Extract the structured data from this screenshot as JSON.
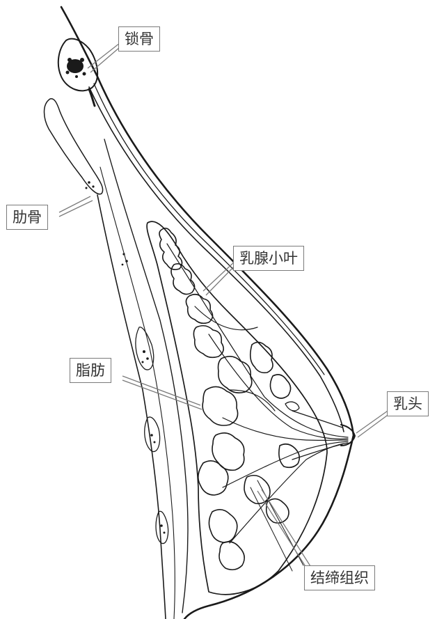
{
  "labels": {
    "clavicle": "锁骨",
    "rib": "肋骨",
    "lobules": "乳腺小叶",
    "fat": "脂肪",
    "nipple": "乳头",
    "connective": "结缔组织"
  },
  "colors": {
    "line": "#1a1a1a",
    "leader": "#7a7a7a",
    "label_text": "#333333",
    "background": "#ffffff"
  }
}
